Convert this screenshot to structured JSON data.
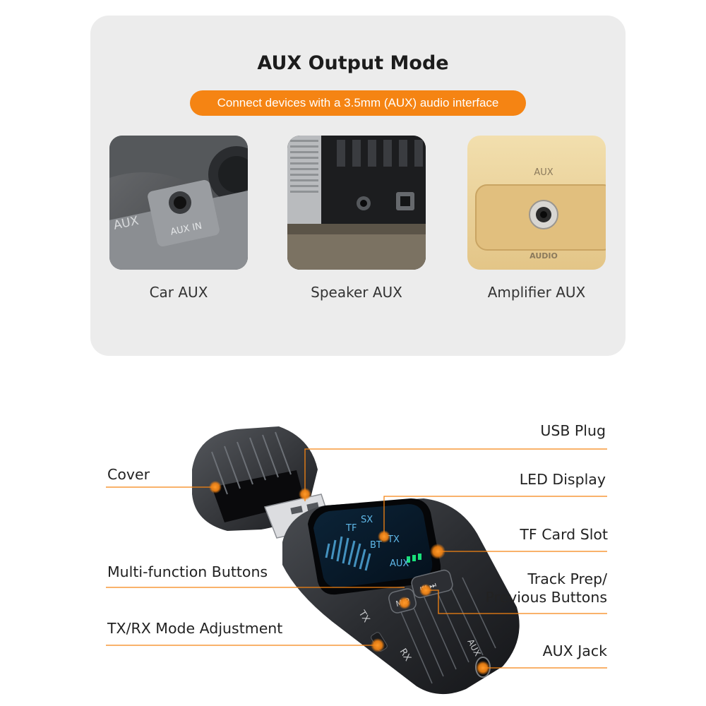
{
  "header": {
    "title": "AUX Output Mode",
    "subtitle": "Connect devices with a 3.5mm (AUX) audio interface"
  },
  "examples": [
    {
      "caption": "Car AUX",
      "panel_text": [
        "AUX",
        "AUX IN"
      ]
    },
    {
      "caption": "Speaker AUX"
    },
    {
      "caption": "Amplifier AUX",
      "panel_text": [
        "AUX",
        "AUDIO"
      ]
    }
  ],
  "device": {
    "screen_text": [
      "SX",
      "TX",
      "TF",
      "BT",
      "AUX"
    ],
    "button_text": [
      "M/P"
    ],
    "side_text": [
      "AUX",
      "TX",
      "RX"
    ]
  },
  "callouts": {
    "left": [
      "Cover",
      "Multi-function Buttons",
      "TX/RX Mode Adjustment"
    ],
    "right": [
      "USB Plug",
      "LED Display",
      "TF Card Slot",
      "Track Prep/",
      "Previous Buttons",
      "AUX Jack"
    ]
  },
  "colors": {
    "accent": "#f58413",
    "panel_bg": "#ececec"
  }
}
